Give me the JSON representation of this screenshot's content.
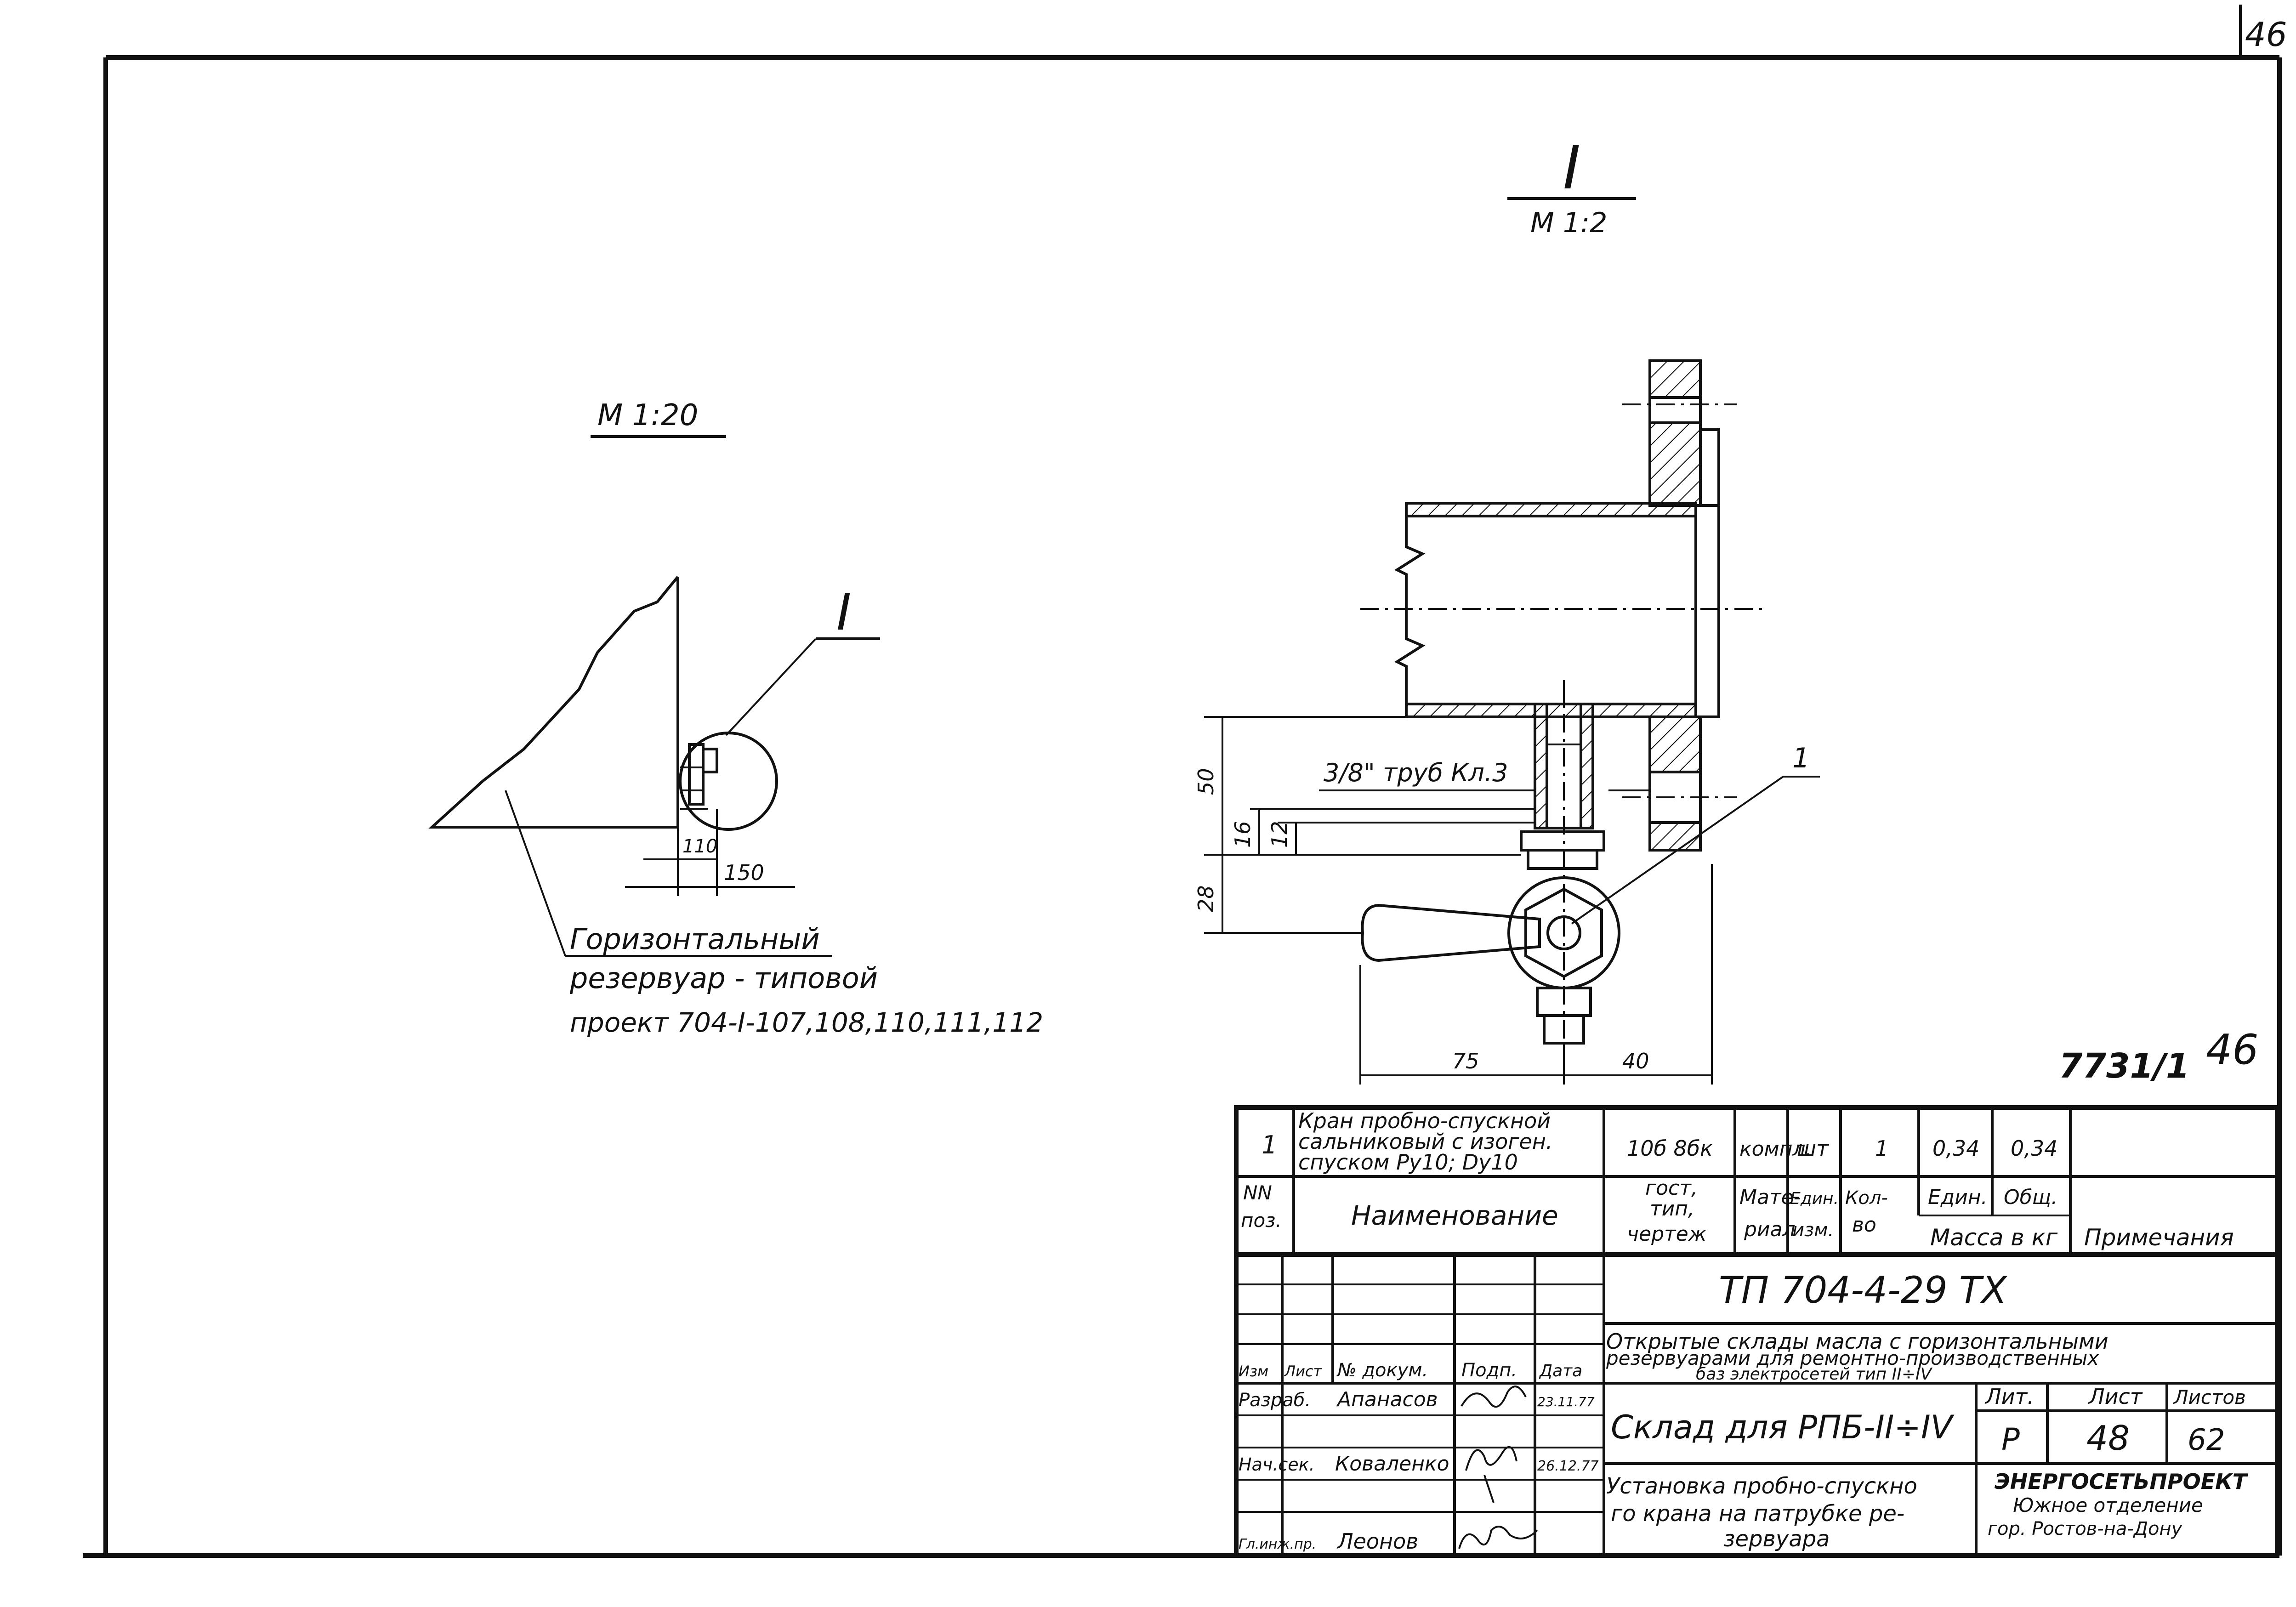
{
  "sheet": {
    "corner_number": "46",
    "handwritten_code": "7731/1",
    "handwritten_number": "46"
  },
  "detail_view": {
    "label": "I",
    "scale": "М 1:2"
  },
  "overview": {
    "scale": "М 1:20",
    "callout": "I",
    "dim_small": "110",
    "dim_large": "150",
    "note_line1": "Горизонтальный",
    "note_line2": "резервуар - типовой",
    "note_line3": "проект 704-I-107,108,110,111,112"
  },
  "dimensions": {
    "d50": "50",
    "d16": "16",
    "d12": "12",
    "d28": "28",
    "d75": "75",
    "d40": "40",
    "thread_label": "3/8\" труб Кл.3",
    "item_callout": "1"
  },
  "spec": {
    "row1": {
      "pos": "1",
      "name_l1": "Кран пробно-спускной",
      "name_l2": "сальниковый с изоген.",
      "name_l3": "спуском Ру10; Dу10",
      "doc": "10б 8бк",
      "material": "компл.",
      "unit": "шт",
      "qty": "1",
      "mass_unit": "0,34",
      "mass_total": "0,34",
      "note": ""
    },
    "header": {
      "pos_l1": "NN",
      "pos_l2": "поз.",
      "name": "Наименование",
      "doc_l1": "гост,",
      "doc_l2": "тип,",
      "doc_l3": "чертеж",
      "material_l1": "Мате-",
      "material_l2": "риал",
      "unit_l1": "Един.",
      "unit_l2": "изм.",
      "qty_l1": "Кол-",
      "qty_l2": "во",
      "mass_unit": "Един.",
      "mass_total": "Общ.",
      "mass_group": "Масса в кг",
      "note": "Примечания"
    }
  },
  "title_block": {
    "code": "ТП 704-4-29 ТХ",
    "project_l1": "Открытые склады масла с горизонтальными",
    "project_l2": "резервуарами для ремонтно-производственных",
    "project_l3": "баз электросетей    тип II÷IV",
    "sheet_title": "Склад для РПБ-II÷IV",
    "drawing_l1": "Установка пробно-спускно",
    "drawing_l2": "го крана на патрубке ре-",
    "drawing_l3": "зервуара",
    "org_l1": "ЭНЕРГОСЕТЬПРОЕКТ",
    "org_l2": "Южное отделение",
    "org_l3": "гор. Ростов-на-Дону",
    "lit_label": "Лит.",
    "lit_value": "Р",
    "sheet_label": "Лист",
    "sheet_value": "48",
    "sheets_label": "Листов",
    "sheets_value": "62",
    "hdr_izm": "Изм",
    "hdr_list": "Лист",
    "hdr_doc": "№ докум.",
    "hdr_sign": "Подп.",
    "hdr_date": "Дата",
    "r1_role": "Разраб.",
    "r1_name": "Апанасов",
    "r1_date": "23.11.77",
    "r2_role": "Нач.сек.",
    "r2_name": "Коваленко",
    "r2_date": "26.12.77",
    "r3_role": "Гл.инж.пр.",
    "r3_name": "Леонов"
  }
}
